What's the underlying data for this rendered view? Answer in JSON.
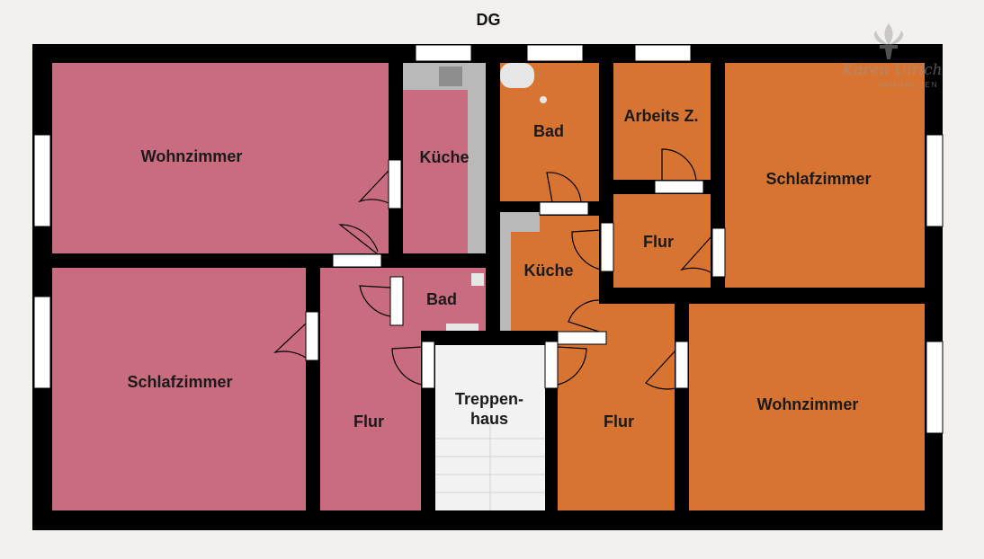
{
  "floor": {
    "title": "DG"
  },
  "colors": {
    "wall": "#000000",
    "unit_left": "#c96c80",
    "unit_right": "#d87432",
    "stairs": "#f2f2f2",
    "fixtures": "#b9b9b9",
    "window_frame": "#ffffff",
    "door_line": "#000000"
  },
  "rooms": {
    "left_wohnzimmer": "Wohnzimmer",
    "left_kueche": "Küche",
    "left_schlafzimmer": "Schlafzimmer",
    "left_flur": "Flur",
    "left_bad": "Bad",
    "treppenhaus": "Treppen-\nhaus",
    "right_bad": "Bad",
    "right_arbeitszimmer": "Arbeits Z.",
    "right_schlafzimmer": "Schlafzimmer",
    "right_kueche": "Küche",
    "right_flur_top": "Flur",
    "right_flur_bottom": "Flur",
    "right_wohnzimmer": "Wohnzimmer"
  },
  "watermark": {
    "name": "Karen Ulrich",
    "subtitle": "IMMOBILIEN",
    "icon": "fleur-de-lis-icon"
  }
}
